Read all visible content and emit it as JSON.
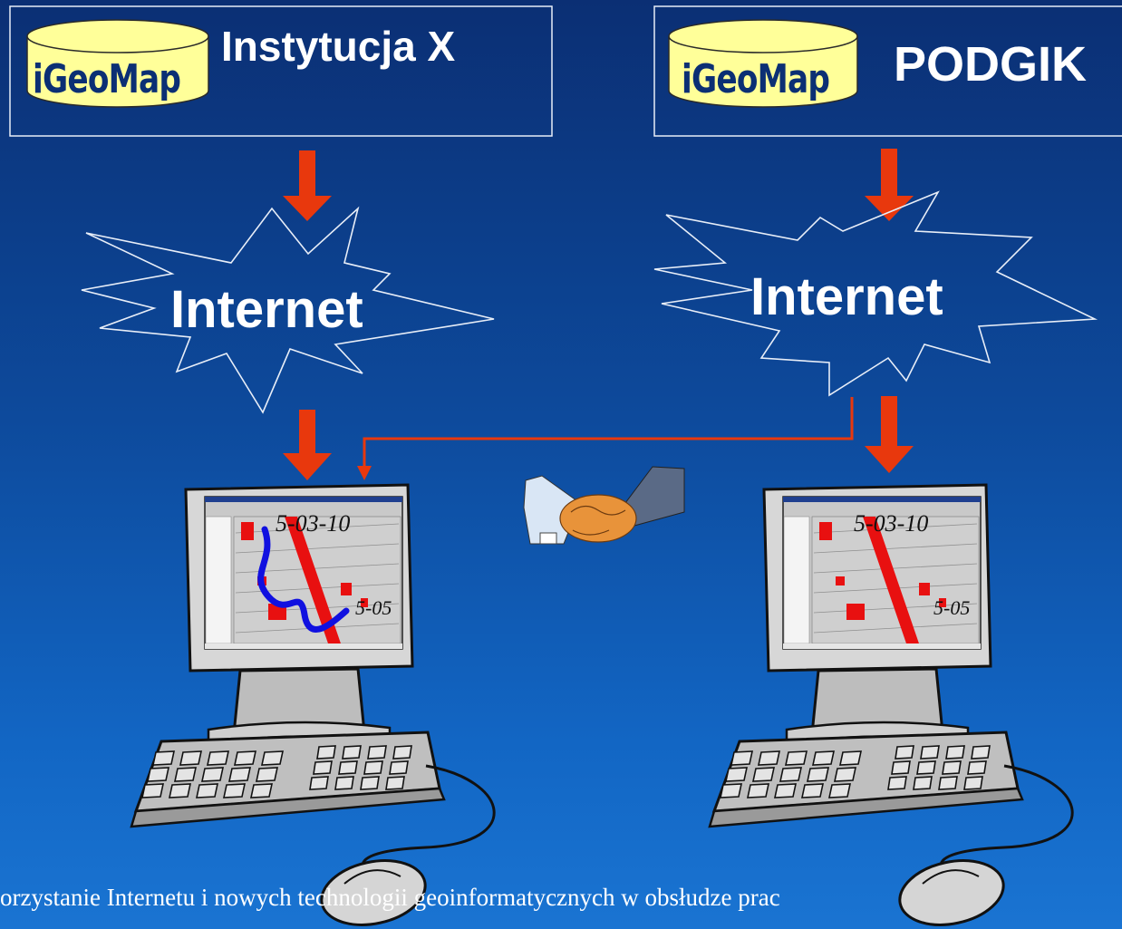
{
  "left_node": {
    "title": "Instytucja X",
    "db_label": "iGeoMap"
  },
  "right_node": {
    "title": "PODGIK",
    "db_label": "iGeoMap"
  },
  "cloud_left": {
    "label": "Internet"
  },
  "cloud_right": {
    "label": "Internet"
  },
  "screen_map": {
    "labels": [
      "5-03-10",
      "5-05"
    ]
  },
  "caption": {
    "text": "orzystanie Internetu i nowych technologii geoinformatycznych w obsłudze prac"
  },
  "colors": {
    "arrow": "#e8380d",
    "cylinder": "#ffff99",
    "background": "#0d4a9c"
  },
  "icons": [
    "database-icon",
    "internet-burst-icon",
    "computer-icon",
    "handshake-icon",
    "mouse-icon",
    "keyboard-icon"
  ]
}
